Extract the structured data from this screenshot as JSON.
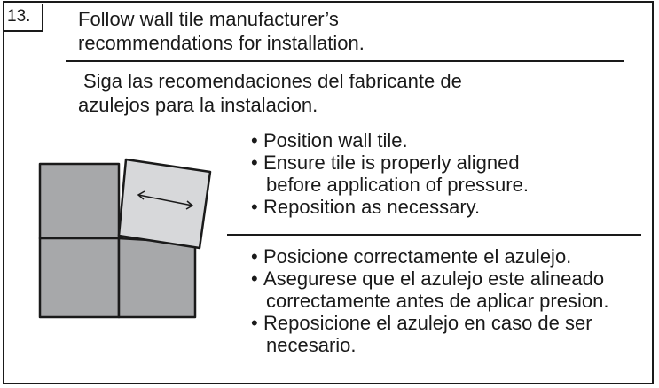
{
  "step": {
    "number": "13."
  },
  "instruction": {
    "en_line1": "Follow wall tile manufacturer’s",
    "en_line2": "recommendations for installation.",
    "es_line1": "Siga las recomendaciones del fabricante de",
    "es_line2": "azulejos para la instalacion."
  },
  "bullets_en": [
    {
      "line1": "Position wall tile.",
      "line2": ""
    },
    {
      "line1": "Ensure tile is properly aligned",
      "line2": "before application of pressure."
    },
    {
      "line1": "Reposition as necessary.",
      "line2": ""
    }
  ],
  "bullets_es": [
    {
      "line1": "Posicione correctamente el azulejo.",
      "line2": ""
    },
    {
      "line1": "Asegurese que el azulejo este alineado",
      "line2": "correctamente antes de aplicar presion."
    },
    {
      "line1": "Reposicione el azulejo en caso de ser",
      "line2": "necesario."
    }
  ],
  "bullet_glyph": "•",
  "illustration": {
    "tile_fill": "#a7a8aa",
    "tile_highlight_fill": "#d7d8da",
    "stroke": "#1a1a1a"
  }
}
